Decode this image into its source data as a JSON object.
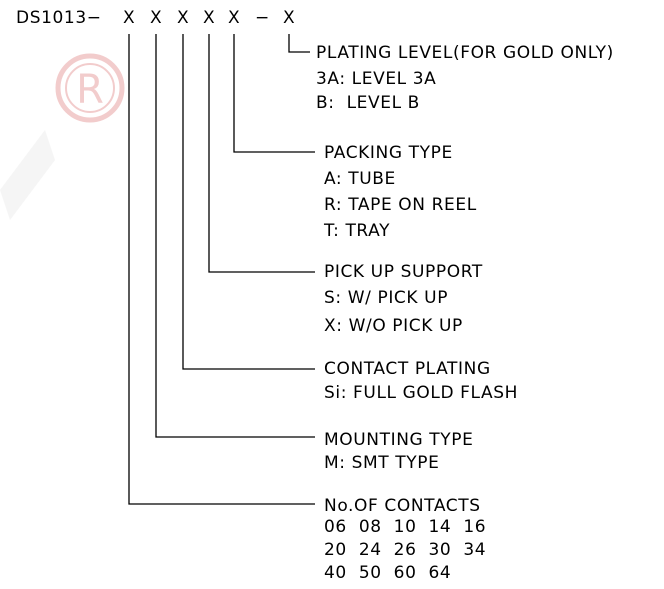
{
  "part_prefix": "DS1013−",
  "code_chars": [
    "X",
    "X",
    "X",
    "X",
    "X",
    "−",
    "X"
  ],
  "watermark_letter": "R",
  "watermark_color": "#e9a4a4",
  "fields": [
    {
      "heading": "PLATING LEVEL(FOR GOLD ONLY)",
      "options": [
        "3A: LEVEL 3A",
        "B:  LEVEL B"
      ]
    },
    {
      "heading": "PACKING TYPE",
      "options": [
        "A: TUBE",
        "R: TAPE ON REEL",
        "T: TRAY"
      ]
    },
    {
      "heading": "PICK UP SUPPORT",
      "options": [
        "S: W/ PICK UP",
        "X: W/O PICK UP"
      ]
    },
    {
      "heading": "CONTACT PLATING",
      "options": [
        "Si: FULL GOLD FLASH"
      ]
    },
    {
      "heading": "MOUNTING TYPE",
      "options": [
        "M: SMT TYPE"
      ]
    },
    {
      "heading": "No.OF CONTACTS",
      "options": [
        "06  08  10  14  16",
        "20  24  26  30  34",
        "40  50  60  64"
      ]
    }
  ]
}
